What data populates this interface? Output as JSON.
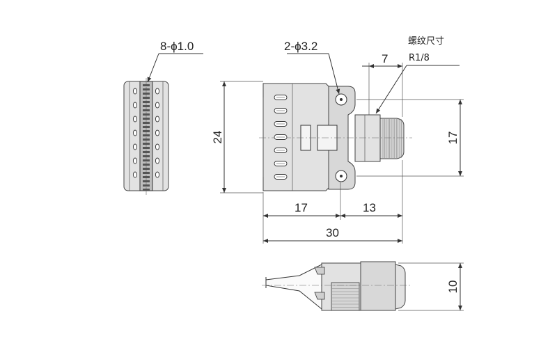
{
  "labels": {
    "holes_left": "8-ϕ1.0",
    "holes_mount": "2-ϕ3.2",
    "thread_title": "螺纹尺寸",
    "thread_spec": "R1/8",
    "dim_7": "7",
    "dim_24": "24",
    "dim_17_right": "17",
    "dim_17_bottom": "17",
    "dim_13": "13",
    "dim_30": "30",
    "dim_10": "10"
  }
}
